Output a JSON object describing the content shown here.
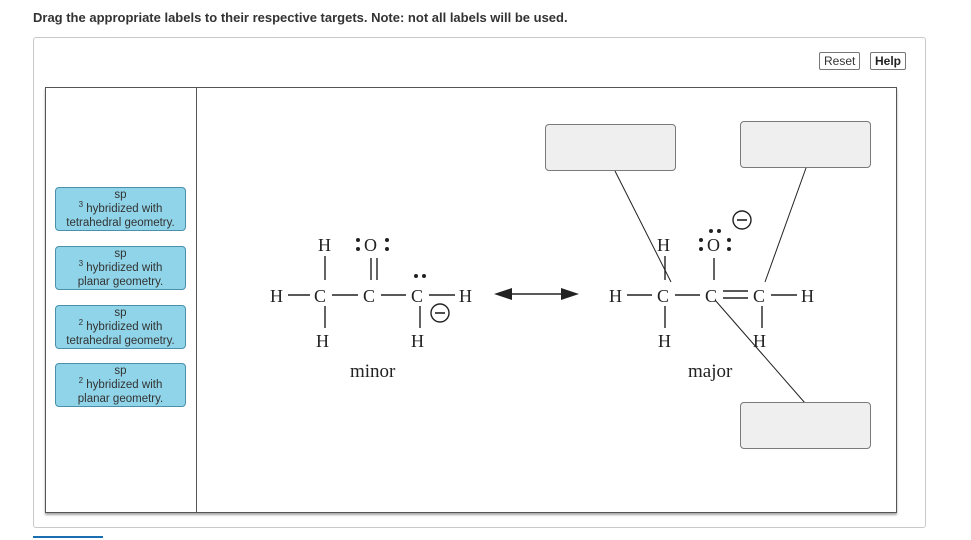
{
  "instructions": "Drag the appropriate labels to their respective targets. Note: not all labels will be used.",
  "toolbar": {
    "reset_label": "Reset",
    "help_label": "Help"
  },
  "labels": [
    {
      "hyb": "sp",
      "sup": "3",
      "rest": " hybridized with",
      "line2": "tetrahedral geometry."
    },
    {
      "hyb": "sp",
      "sup": "3",
      "rest": " hybridized with",
      "line2": "planar geometry."
    },
    {
      "hyb": "sp",
      "sup": "2",
      "rest": " hybridized with",
      "line2": "tetrahedral geometry."
    },
    {
      "hyb": "sp",
      "sup": "2",
      "rest": " hybridized with",
      "line2": "planar geometry."
    }
  ],
  "diagram": {
    "minor_caption": "minor",
    "major_caption": "major",
    "atoms": {
      "H": "H",
      "C": "C",
      "O": "O"
    },
    "lone_pair": ":",
    "charge": "−"
  },
  "targets": [
    {
      "id": "target-major-ch3-carbon",
      "value": ""
    },
    {
      "id": "target-major-oxygen",
      "value": ""
    },
    {
      "id": "target-major-terminal-carbon",
      "value": ""
    }
  ]
}
